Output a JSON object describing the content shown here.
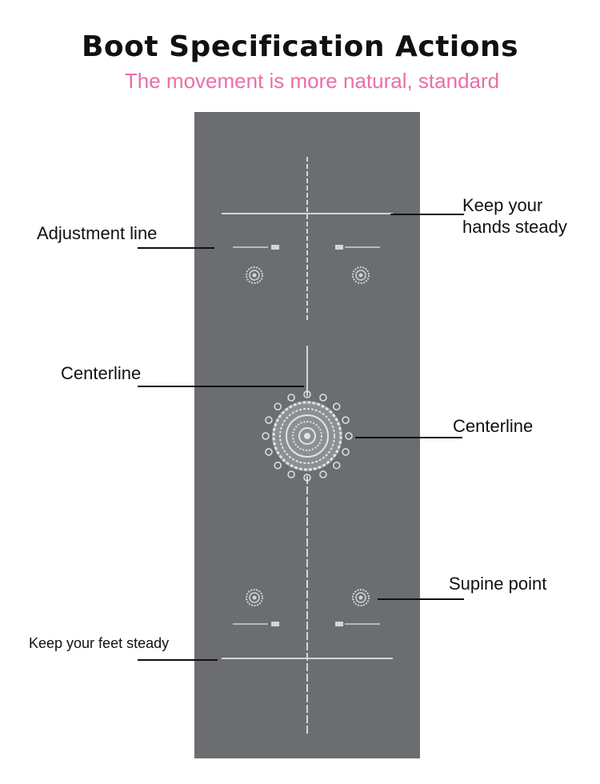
{
  "header": {
    "title": "Boot Specification Actions",
    "subtitle": "The movement is more natural, standard"
  },
  "colors": {
    "mat": "#6b6d70",
    "pattern": "#d2d4d6",
    "subtitle": "#e96fa6",
    "text": "#111111"
  },
  "labels": {
    "hands": [
      "Keep your",
      "hands steady"
    ],
    "adjustment": "Adjustment line",
    "centerline_left": "Centerline",
    "centerline_right": "Centerline",
    "supine": "Supine point",
    "feet": "Keep your feet steady"
  }
}
